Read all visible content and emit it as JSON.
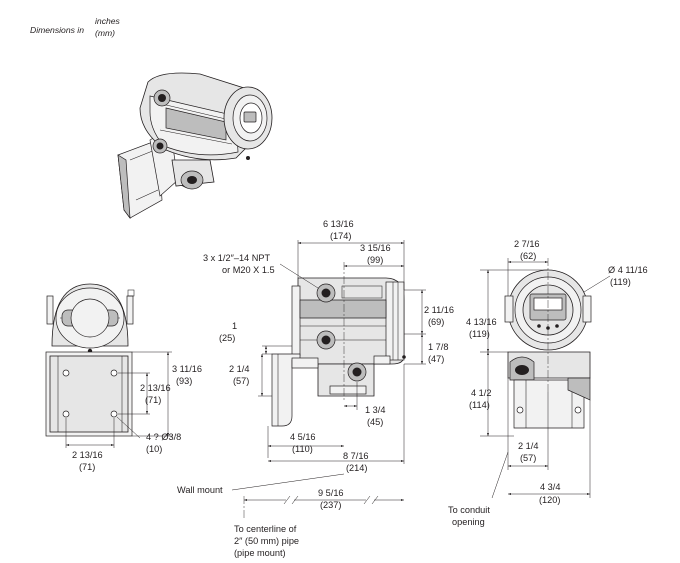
{
  "units_note": {
    "line1": "Dimensions in",
    "col_top": "inches",
    "col_bottom": "(mm)"
  },
  "side_view": {
    "overall_width": {
      "inch": "6 13/16",
      "mm": "(174)"
    },
    "conduit_note": {
      "line1": "3 x 1/2″–14 NPT",
      "line2": "or M20 X 1.5"
    },
    "to_center": {
      "inch": "3 15/16",
      "mm": "(99)"
    },
    "housing_height": {
      "inch": "2 11/16",
      "mm": "(69)"
    },
    "housing_lower": {
      "inch": "1 7/8",
      "mm": "(47)"
    },
    "bracket_gap": {
      "inch": "1",
      "mm": "(25)"
    },
    "bracket_height": {
      "inch": "2 1/4",
      "mm": "(57)"
    },
    "conduit_offset": {
      "inch": "1 3/4",
      "mm": "(45)"
    },
    "bracket_depth": {
      "inch": "4 5/16",
      "mm": "(110)"
    },
    "overall_depth": {
      "inch": "8 7/16",
      "mm": "(214)"
    },
    "wall_mount": "Wall mount",
    "pipe_depth": {
      "inch": "9 5/16",
      "mm": "(237)"
    },
    "pipe_note": {
      "line1": "To centerline of",
      "line2": "2″ (50 mm) pipe",
      "line3": "(pipe mount)"
    }
  },
  "rear_view": {
    "plate_height": {
      "inch": "3 11/16",
      "mm": "(93)"
    },
    "hole_spacing_v": {
      "inch": "2 13/16",
      "mm": "(71)"
    },
    "holes": {
      "inch": "4 ? Ø3/8",
      "mm": "(10)"
    },
    "hole_spacing_h": {
      "inch": "2 13/16",
      "mm": "(71)"
    }
  },
  "front_view": {
    "cover_offset": {
      "inch": "2 7/16",
      "mm": "(62)"
    },
    "cover_diameter": {
      "inch": "Ø 4 11/16",
      "mm": "(119)"
    },
    "housing_height": {
      "inch": "4 13/16",
      "mm": "(119)"
    },
    "bracket_height": {
      "inch": "4 1/2",
      "mm": "(114)"
    },
    "conduit_offset": {
      "inch": "2 1/4",
      "mm": "(57)"
    },
    "bracket_width": {
      "inch": "4 3/4",
      "mm": "(120)"
    },
    "conduit_note": {
      "line1": "To conduit",
      "line2": "opening"
    }
  },
  "icons": [
    "transmitter-isometric-icon",
    "rear-view-icon",
    "side-view-icon",
    "front-view-icon"
  ]
}
